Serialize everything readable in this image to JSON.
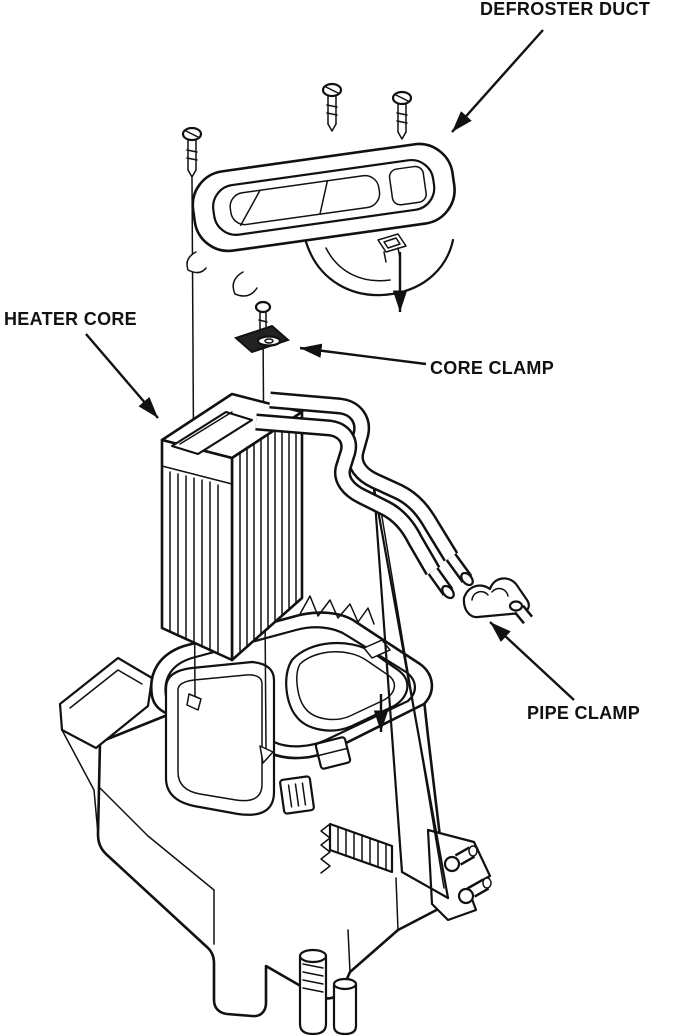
{
  "diagram": {
    "type": "exploded-parts-diagram",
    "subject": "heater unit assembly",
    "labels": {
      "defroster_duct": "DEFROSTER DUCT",
      "heater_core": "HEATER CORE",
      "core_clamp": "CORE CLAMP",
      "pipe_clamp": "PIPE CLAMP"
    },
    "colors": {
      "line": "#111111",
      "background": "#ffffff"
    }
  }
}
